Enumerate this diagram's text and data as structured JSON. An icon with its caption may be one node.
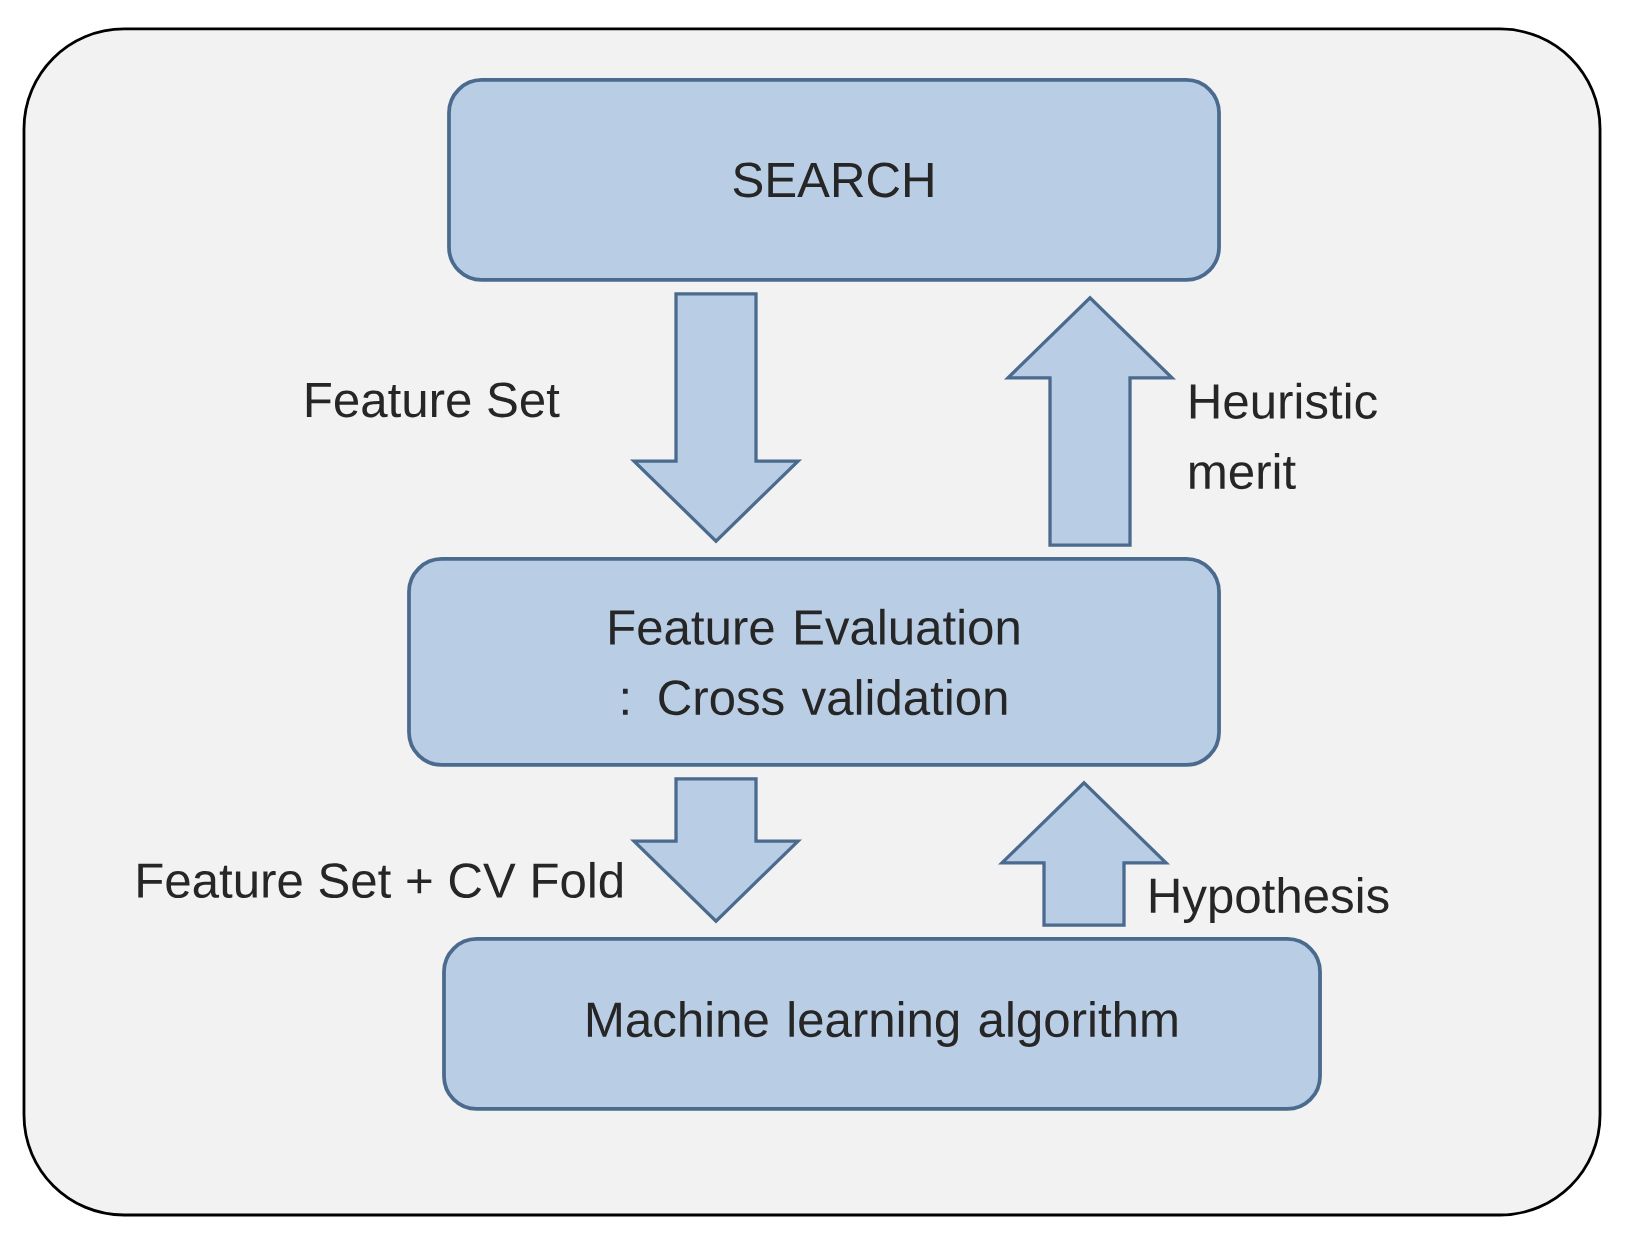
{
  "diagram": {
    "nodes": [
      {
        "text": [],
        "shape": "box"
      },
      {
        "text": [
          "SEARCH"
        ],
        "in": 0
      },
      {
        "text": [
          "Feature Evaluation : Cross validation"
        ],
        "in": 0
      },
      {
        "text": [
          "Machine learning algorithm"
        ],
        "in": 0
      }
    ],
    "edges": [
      {
        "from": 1,
        "to": 2,
        "arrow": "to",
        "label": "Feature Set"
      },
      {
        "from": 2,
        "to": 1,
        "arrow": "to",
        "label": "Heuristic merit"
      },
      {
        "from": 2,
        "to": 3,
        "arrow": "to",
        "label": "Feature Set + CV Fold"
      },
      {
        "from": 3,
        "to": 2,
        "arrow": "to",
        "label": "Hypothesis"
      }
    ]
  }
}
